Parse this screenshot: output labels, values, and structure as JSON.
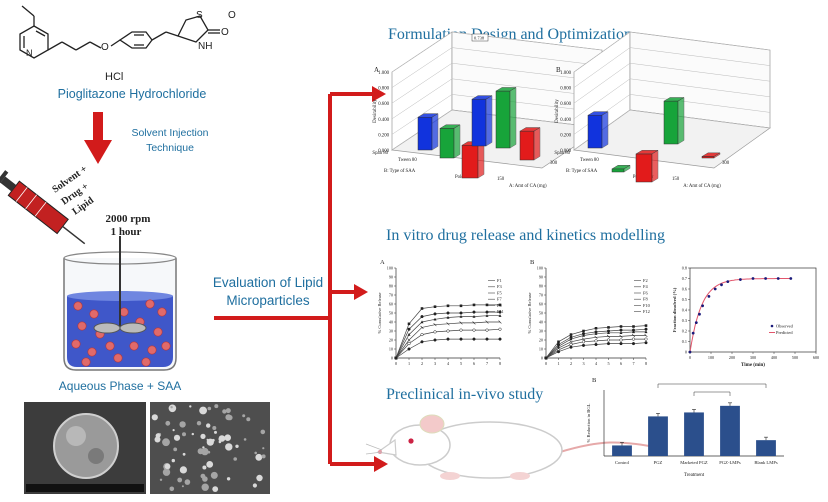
{
  "colors": {
    "accent_red": "#d21b1b",
    "title_blue": "#1f6f9f",
    "bar_blue": "#1133dd",
    "bar_green": "#17a43a",
    "bar_red": "#e21b1b",
    "chart_navy": "#2b4f8c"
  },
  "left": {
    "drug_name": "Pioglitazone Hydrochloride",
    "hcl": "HCl",
    "atom_s": "S",
    "atom_o_ring": "O",
    "atom_o_link": "O",
    "atom_nh": "NH",
    "atom_o_carbonyl": "O",
    "atom_n": "N",
    "method_line1": "Solvent Injection",
    "method_line2": "Technique",
    "syringe_line1": "Solvent +",
    "syringe_line2": "Drug +",
    "syringe_line3": "Lipid",
    "rpm": "2000 rpm",
    "time": "1 hour",
    "phase_label": "Aqueous Phase + SAA"
  },
  "center": {
    "eval_line1": "Evaluation of Lipid",
    "eval_line2": "Microparticles"
  },
  "sections": {
    "formulation_title": "Formulation Design and Optimization",
    "release_title": "In vitro drug release and kinetics modelling",
    "preclinical_title": "Preclinical in-vivo study"
  },
  "chart_data": [
    {
      "type": "bar",
      "panel": "A",
      "ylabel": "Desirability",
      "xlabel": "A: Amt of CA (mg)",
      "zlabel": "B: Type of SAA",
      "annotation": "0.738",
      "ylim": [
        0,
        1
      ],
      "yticks": [
        "0.000",
        "0.200",
        "0.400",
        "0.600",
        "0.800",
        "1.000"
      ],
      "categories_b": [
        "Span 80",
        "Tween 80",
        "Poloxamer"
      ],
      "categories_a": [
        "150",
        "300"
      ],
      "values": [
        0.42,
        0.38,
        0.42,
        0.6,
        0.73,
        0.37
      ]
    },
    {
      "type": "bar",
      "panel": "B",
      "ylabel": "Desirability",
      "xlabel": "A: Amt of CA (mg)",
      "zlabel": "B: Type of SAA",
      "ylim": [
        0,
        1
      ],
      "yticks": [
        "0.000",
        "0.200",
        "0.400",
        "0.600",
        "0.800",
        "1.000"
      ],
      "categories_b": [
        "Span 80",
        "Tween 80",
        "Poloxamer"
      ],
      "categories_a": [
        "150",
        "300"
      ],
      "values": [
        0.42,
        0.04,
        0.36,
        0.55,
        0.02
      ]
    },
    {
      "type": "line",
      "panel": "A",
      "ylabel": "% Cumulative Release",
      "ylim": [
        0,
        100
      ],
      "yticks": [
        "0",
        "10",
        "20",
        "30",
        "40",
        "50",
        "60",
        "70",
        "80",
        "90",
        "100"
      ],
      "xticks": [
        "0",
        "1",
        "2",
        "3",
        "4",
        "5",
        "6",
        "7",
        "8"
      ],
      "x": [
        0,
        1,
        2,
        3,
        4,
        5,
        6,
        7,
        8
      ],
      "series": [
        {
          "name": "F1",
          "values": [
            0,
            38,
            55,
            57,
            58,
            58,
            59,
            59,
            59
          ]
        },
        {
          "name": "F3",
          "values": [
            0,
            32,
            46,
            49,
            50,
            50,
            51,
            51,
            51
          ]
        },
        {
          "name": "F5",
          "values": [
            0,
            26,
            40,
            43,
            45,
            46,
            46,
            47,
            47
          ]
        },
        {
          "name": "F7",
          "values": [
            0,
            20,
            34,
            37,
            38,
            39,
            39,
            40,
            40
          ]
        },
        {
          "name": "F9",
          "values": [
            0,
            16,
            26,
            29,
            30,
            31,
            31,
            31,
            32
          ]
        },
        {
          "name": "F11",
          "values": [
            0,
            10,
            18,
            20,
            21,
            21,
            21,
            21,
            21
          ]
        }
      ]
    },
    {
      "type": "line",
      "panel": "B",
      "ylabel": "% Cumulative Release",
      "ylim": [
        0,
        100
      ],
      "yticks": [
        "0",
        "10",
        "20",
        "30",
        "40",
        "50",
        "60",
        "70",
        "80",
        "90",
        "100"
      ],
      "xticks": [
        "0",
        "1",
        "2",
        "3",
        "4",
        "5",
        "6",
        "7",
        "8"
      ],
      "x": [
        0,
        1,
        2,
        3,
        4,
        5,
        6,
        7,
        8
      ],
      "series": [
        {
          "name": "F2",
          "values": [
            0,
            18,
            26,
            30,
            33,
            34,
            35,
            35,
            36
          ]
        },
        {
          "name": "F4",
          "values": [
            0,
            15,
            23,
            27,
            29,
            30,
            31,
            31,
            32
          ]
        },
        {
          "name": "F6",
          "values": [
            0,
            13,
            21,
            25,
            27,
            28,
            28,
            29,
            29
          ]
        },
        {
          "name": "F8",
          "values": [
            0,
            11,
            18,
            21,
            23,
            24,
            24,
            25,
            25
          ]
        },
        {
          "name": "F10",
          "values": [
            0,
            9,
            15,
            18,
            19,
            20,
            20,
            21,
            21
          ]
        },
        {
          "name": "F12",
          "values": [
            0,
            7,
            12,
            14,
            15,
            16,
            16,
            16,
            17
          ]
        }
      ]
    },
    {
      "type": "scatter",
      "ylabel": "Fraction dissolved (%)",
      "xlabel": "Time (min)",
      "xlim": [
        0,
        600
      ],
      "ylim": [
        0,
        0.8
      ],
      "xticks": [
        "0",
        "100",
        "200",
        "300",
        "400",
        "500",
        "600"
      ],
      "yticks": [
        "0",
        "0.1",
        "0.2",
        "0.3",
        "0.4",
        "0.5",
        "0.6",
        "0.7",
        "0.8"
      ],
      "legend": [
        "Observed",
        "Predicted"
      ],
      "x": [
        0,
        15,
        30,
        45,
        60,
        90,
        120,
        150,
        180,
        240,
        300,
        360,
        420,
        480
      ],
      "values": [
        0,
        0.18,
        0.28,
        0.36,
        0.44,
        0.53,
        0.6,
        0.64,
        0.67,
        0.69,
        0.7,
        0.7,
        0.7,
        0.7
      ]
    },
    {
      "type": "bar",
      "panel": "B",
      "ylabel": "% Reduction in BGL",
      "xlabel": "Treatment",
      "ylim": [
        0,
        100
      ],
      "categories": [
        "Control",
        "PGZ",
        "Marketed PGZ",
        "PGZ-LMPs",
        "Blank LMPs"
      ],
      "values": [
        16,
        60,
        66,
        76,
        24
      ]
    }
  ]
}
